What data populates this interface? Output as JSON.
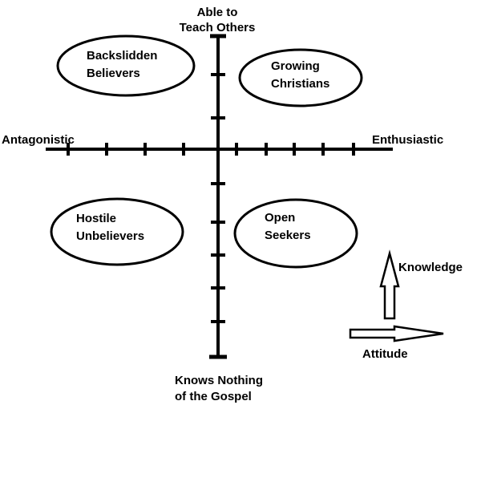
{
  "axes": {
    "top_label": {
      "line1": "Able to",
      "line2": "Teach Others"
    },
    "bottom_label": {
      "line1": "Knows Nothing",
      "line2": "of the Gospel"
    },
    "left_label": "Antagonistic",
    "right_label": "Enthusiastic"
  },
  "quadrants": {
    "top_left": {
      "line1": "Backslidden",
      "line2": "Believers"
    },
    "top_right": {
      "line1": "Growing",
      "line2": "Christians"
    },
    "bottom_left": {
      "line1": "Hostile",
      "line2": "Unbelievers"
    },
    "bottom_right": {
      "line1": "Open",
      "line2": "Seekers"
    }
  },
  "legend": {
    "vertical_arrow_label": "Knowledge",
    "horizontal_arrow_label": "Attitude"
  },
  "colors": {
    "ink": "#000000",
    "background": "#ffffff"
  }
}
